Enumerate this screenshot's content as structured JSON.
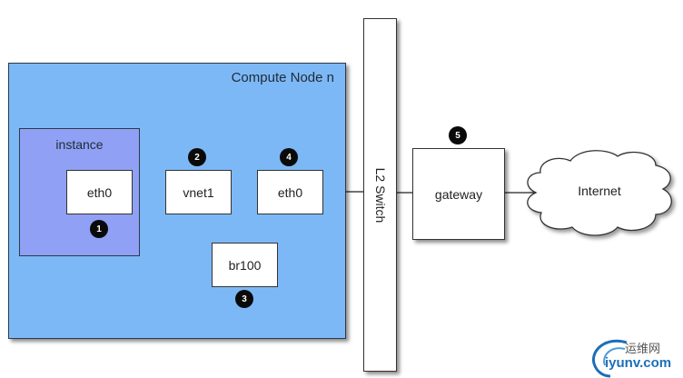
{
  "diagram": {
    "compute_node": {
      "label": "Compute Node n"
    },
    "instance": {
      "label": "instance"
    },
    "interfaces": {
      "instance_eth0": {
        "label": "eth0",
        "badge": "1"
      },
      "vnet1": {
        "label": "vnet1",
        "badge": "2"
      },
      "br100": {
        "label": "br100",
        "badge": "3"
      },
      "host_eth0": {
        "label": "eth0",
        "badge": "4"
      }
    },
    "switch": {
      "label": "L2 Switch"
    },
    "gateway": {
      "label": "gateway",
      "badge": "5"
    },
    "internet": {
      "label": "Internet"
    },
    "colors": {
      "compute_node_fill": "#7db8f6",
      "instance_fill": "#90a0f4",
      "badge_fill": "#0a0a0a"
    }
  },
  "watermark": {
    "chinese": "运维网",
    "site": "iyunv.com"
  }
}
